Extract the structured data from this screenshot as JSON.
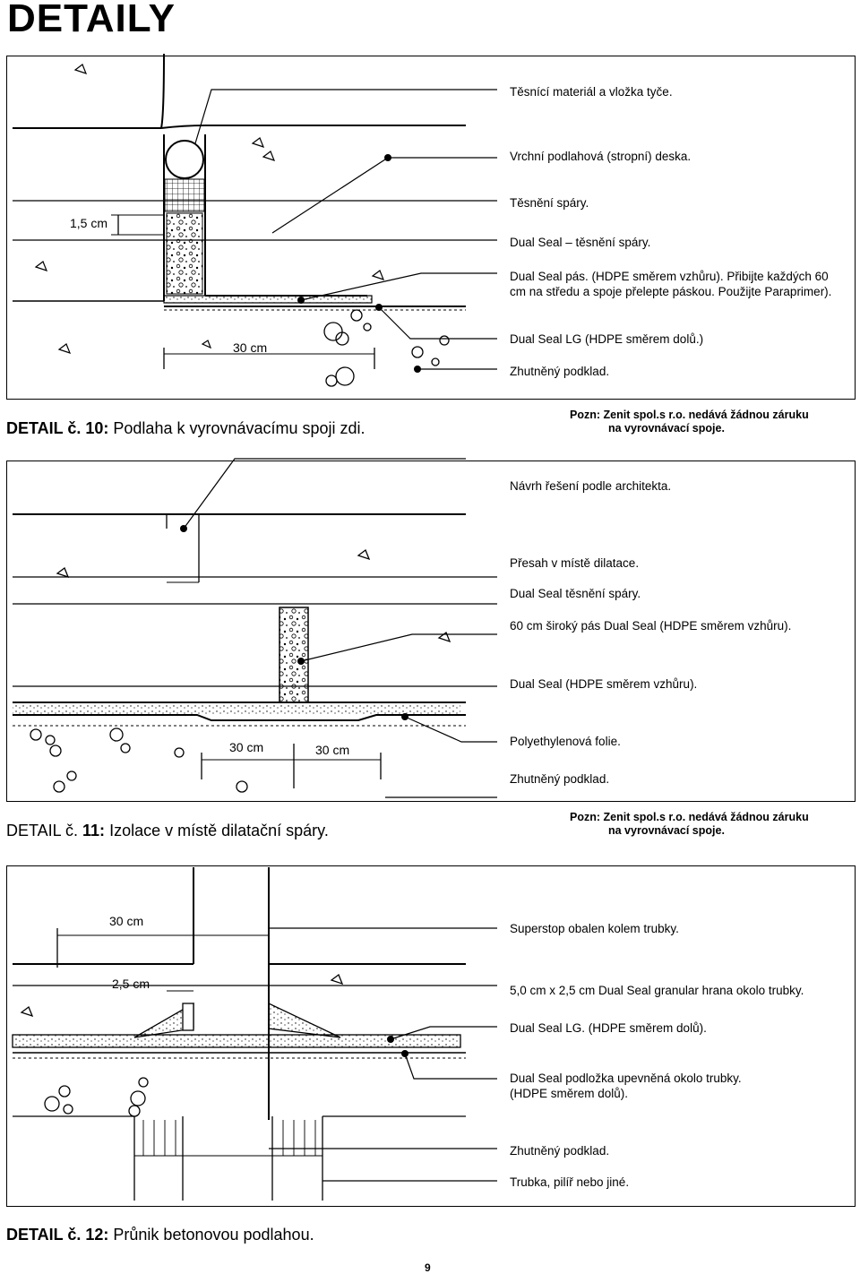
{
  "page_title": "DETAILY",
  "page_number": "9",
  "details": [
    {
      "caption_prefix": "DETAIL č.",
      "caption_number": "10:",
      "caption_text": "Podlaha k vyrovnávacímu spoji zdi.",
      "note_line1": "Pozn:  Zenit spol.s r.o.  nedává  žádnou záruku",
      "note_line2": "na vyrovnávací spoje.",
      "dimensions": [
        "1,5 cm",
        "30 cm"
      ],
      "labels": [
        "Těsnící materiál a vložka tyče.",
        "Vrchní podlahová (stropní) deska.",
        "Těsnění spáry.",
        "Dual Seal – těsnění spáry.",
        "Dual Seal pás. (HDPE směrem vzhůru). Přibijte každých 60 cm na středu a spoje přelepte páskou. Použijte Paraprimer).",
        "Dual Seal LG (HDPE směrem dolů.)",
        "Zhutněný podklad."
      ]
    },
    {
      "caption_prefix": "DETAIL č.",
      "caption_number": "11:",
      "caption_text": "Izolace v místě dilatační spáry.",
      "note_line1": "Pozn:  Zenit spol.s r.o.  nedává  žádnou záruku",
      "note_line2": "na vyrovnávací spoje.",
      "dimensions": [
        "30 cm",
        "30 cm"
      ],
      "labels": [
        "Návrh řešení podle architekta.",
        "Přesah v místě dilatace.",
        "Dual Seal těsnění spáry.",
        "60 cm široký pás Dual Seal (HDPE směrem vzhůru).",
        "Dual Seal (HDPE směrem vzhůru).",
        "Polyethylenová folie.",
        "Zhutněný podklad."
      ]
    },
    {
      "caption_prefix": "DETAIL č.",
      "caption_number": "12:",
      "caption_text": "Průnik betonovou podlahou.",
      "dimensions": [
        "30 cm",
        "2,5 cm"
      ],
      "labels": [
        "Superstop obalen kolem trubky.",
        "5,0 cm x 2,5 cm Dual Seal granular hrana okolo trubky.",
        "Dual Seal LG. (HDPE směrem dolů).",
        "Dual Seal podložka upevněná okolo trubky. (HDPE směrem dolů).",
        "Zhutněný podklad.",
        "Trubka, pilíř nebo jiné."
      ]
    }
  ]
}
